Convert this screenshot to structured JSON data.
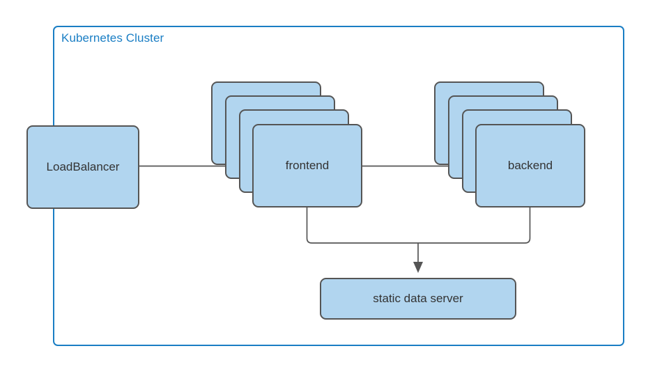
{
  "diagram": {
    "title": "Kubernetes Cluster",
    "type": "architecture-diagram"
  },
  "cluster": {
    "label": "Kubernetes Cluster",
    "stroke_color": "#1a7ec4"
  },
  "style": {
    "node_fill": "#b1d5ef",
    "node_stroke": "#555555",
    "edge_stroke": "#555555",
    "text_color": "#333333"
  },
  "nodes": {
    "load_balancer": {
      "label": "LoadBalancer",
      "replicas": 1
    },
    "frontend": {
      "label": "frontend",
      "replicas": 4
    },
    "backend": {
      "label": "backend",
      "replicas": 4
    },
    "static_data_server": {
      "label": "static data server",
      "replicas": 1
    }
  },
  "edges": [
    {
      "from": "LoadBalancer",
      "to": "frontend",
      "arrow": "single"
    },
    {
      "from": "frontend",
      "to": "backend",
      "arrow": "single"
    },
    {
      "from": "frontend",
      "to": "static data server",
      "arrow": "single"
    },
    {
      "from": "backend",
      "to": "static data server",
      "arrow": "single"
    }
  ]
}
